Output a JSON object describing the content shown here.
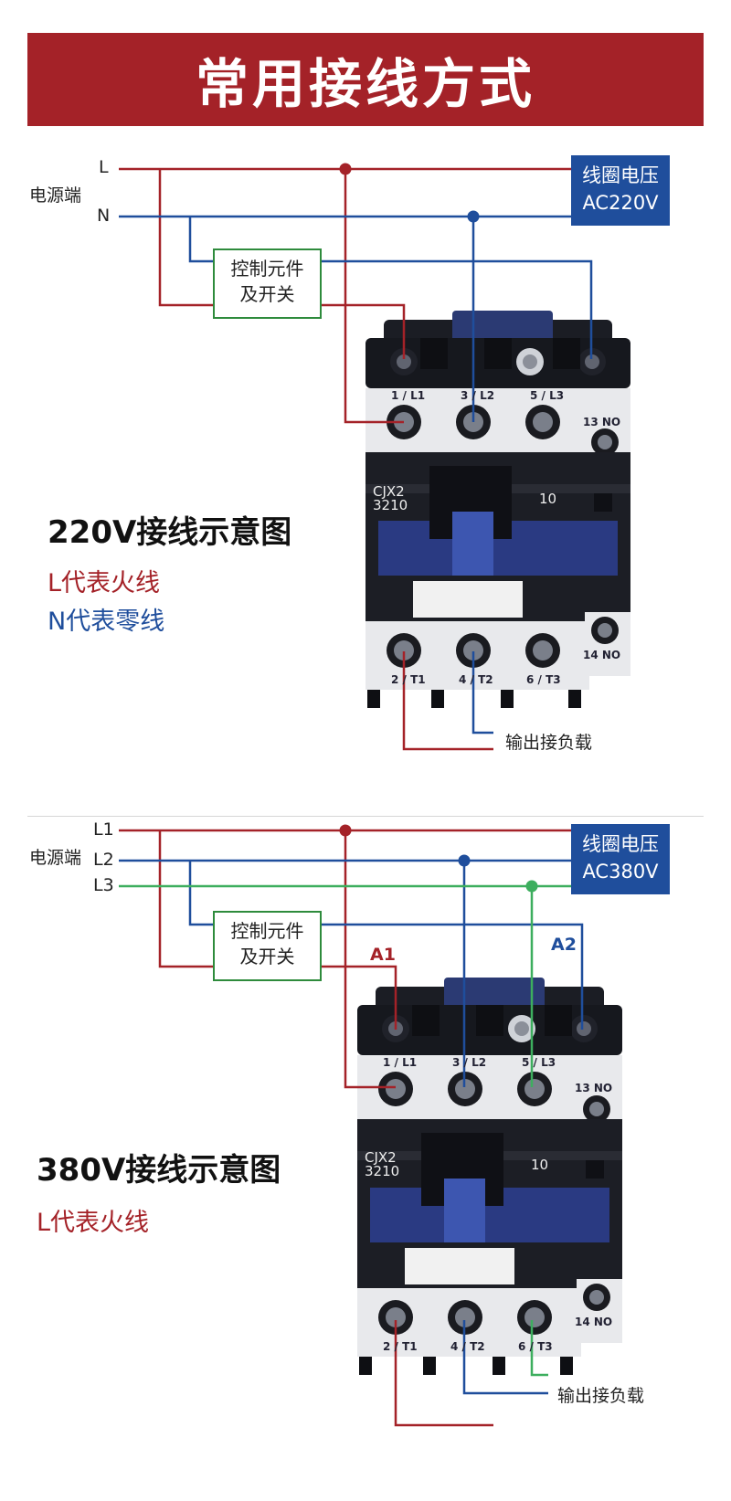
{
  "header": {
    "title": "常用接线方式"
  },
  "d1": {
    "power_source_label": "电源端",
    "line_L": "L",
    "line_N": "N",
    "coil_label": "线圈电压",
    "coil_voltage": "AC220V",
    "control_line1": "控制元件",
    "control_line2": "及开关",
    "title": "220V接线示意图",
    "legend_L": "L代表火线",
    "legend_N": "N代表零线",
    "output_label": "输出接负载"
  },
  "d2": {
    "power_source_label": "电源端",
    "line_L1": "L1",
    "line_L2": "L2",
    "line_L3": "L3",
    "coil_label": "线圈电压",
    "coil_voltage": "AC380V",
    "control_line1": "控制元件",
    "control_line2": "及开关",
    "a1": "A1",
    "a2": "A2",
    "title": "380V接线示意图",
    "legend_L": "L代表火线",
    "output_label": "输出接负载"
  },
  "device": {
    "model_line1": "CJX2",
    "model_line2": "3210",
    "aux_code": "10",
    "t_l1": "1 / L1",
    "t_l2": "3 / L2",
    "t_l3": "5 / L3",
    "t_no13": "13 NO",
    "t_t1": "2 / T1",
    "t_t2": "4 / T2",
    "t_t3": "6 / T3",
    "t_no14": "14 NO"
  },
  "colors": {
    "live": "#a42228",
    "neutral": "#1f4e9c",
    "phase3": "#3dae5e",
    "control_border": "#2e8b3c",
    "banner": "#a42228"
  }
}
